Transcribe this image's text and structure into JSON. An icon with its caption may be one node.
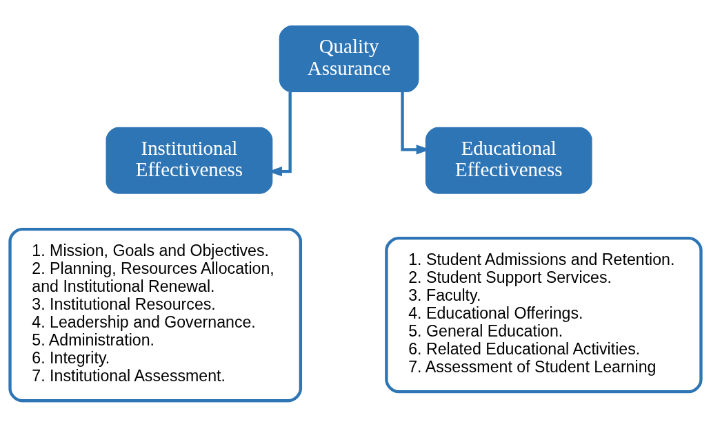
{
  "diagram": {
    "nodes": [
      {
        "text": [
          "Quality Assurance"
        ]
      },
      {
        "text": [
          "Institutional Effectiveness"
        ]
      },
      {
        "text": [
          "1. Mission, Goals and Objectives.",
          "2. Planning, Resources Allocation, and Institutional Renewal.",
          "3. Institutional Resources.",
          "4. Leadership and Governance.",
          "5. Administration.",
          "6. Integrity.",
          "7. Institutional Assessment."
        ]
      },
      {
        "text": [
          "Educational Effectiveness"
        ]
      },
      {
        "text": [
          "1. Student Admissions and Retention.",
          "2. Student Support Services.",
          "3. Faculty.",
          "4. Educational Offerings.",
          "5. General Education.",
          "6. Related Educational Activities.",
          "7. Assessment of Student Learning"
        ]
      }
    ],
    "edges": [
      {
        "from": 0,
        "to": 1,
        "arrow": "to"
      },
      {
        "from": 0,
        "to": 3,
        "arrow": "to"
      }
    ]
  }
}
